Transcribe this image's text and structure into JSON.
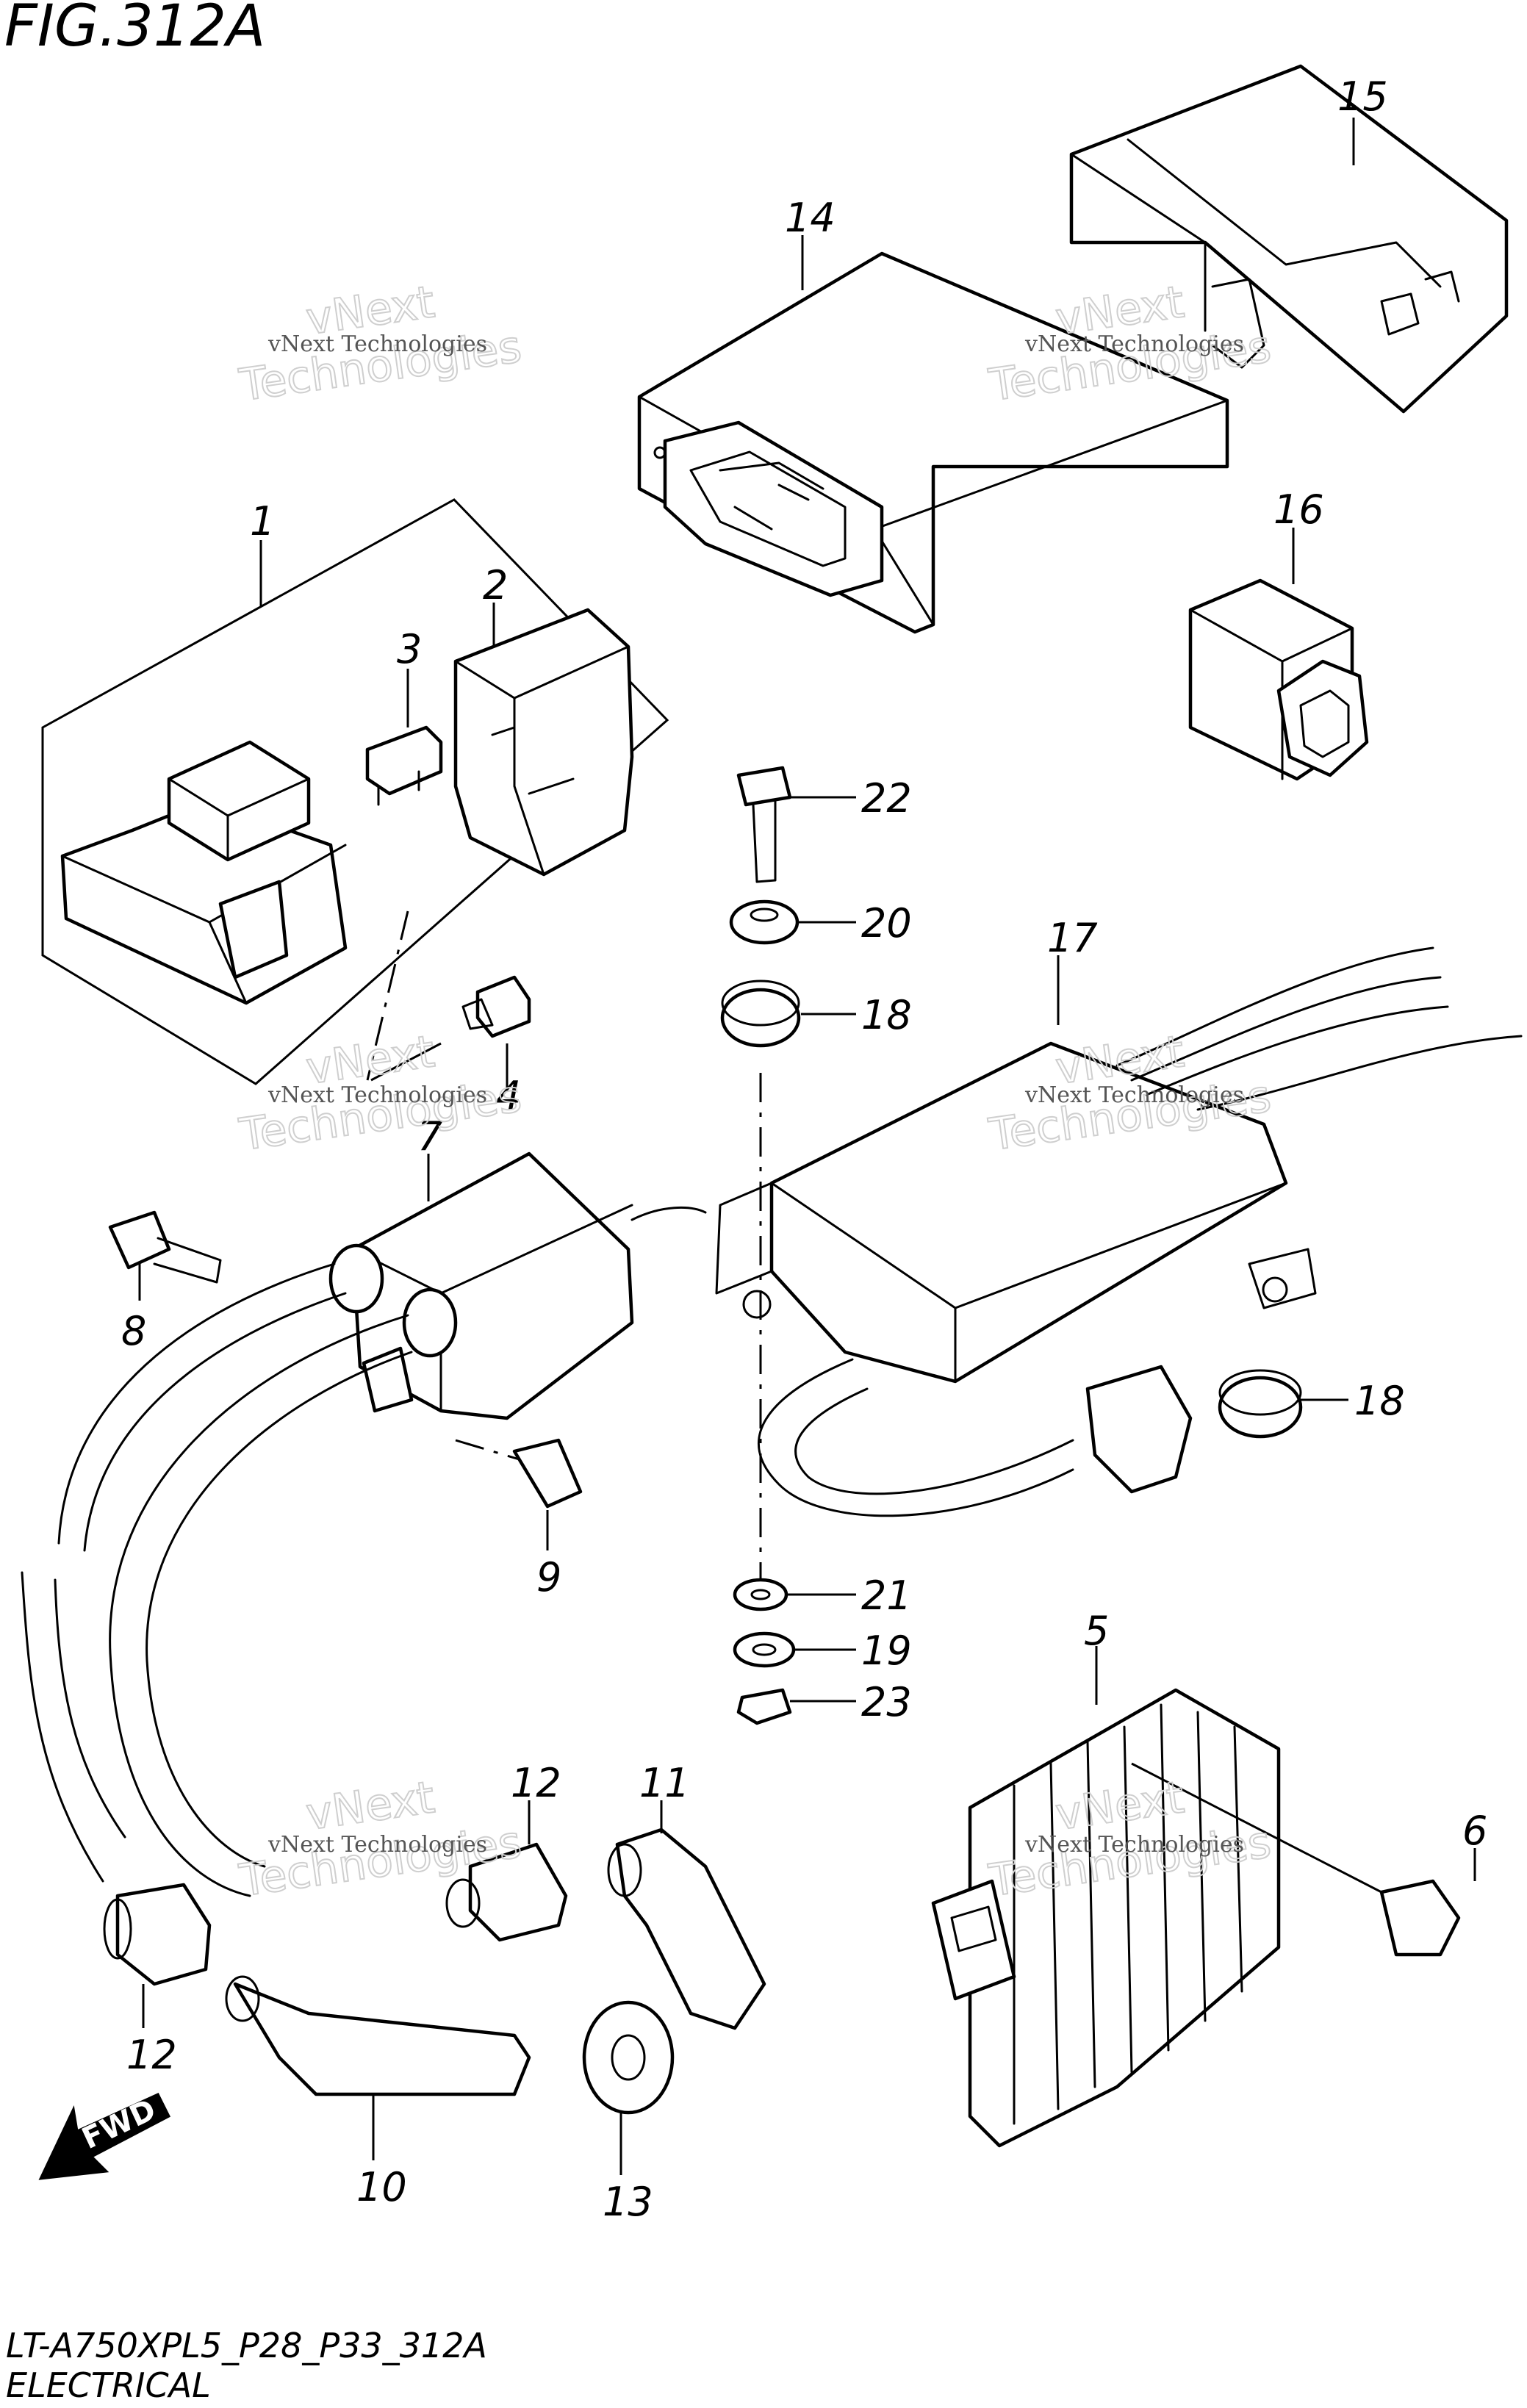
{
  "figure": {
    "title": "FIG.312A",
    "model_code": "LT-A750XPL5_P28_P33_312A",
    "section": "ELECTRICAL",
    "direction_label": "FWD"
  },
  "watermark": {
    "line1": "vNext Technologies",
    "line2": "vNext",
    "line3": "Technologies"
  },
  "callouts": [
    "1",
    "2",
    "3",
    "4",
    "5",
    "6",
    "7",
    "8",
    "9",
    "10",
    "11",
    "12",
    "12",
    "13",
    "14",
    "15",
    "16",
    "17",
    "18",
    "18",
    "19",
    "20",
    "21",
    "22",
    "23"
  ]
}
